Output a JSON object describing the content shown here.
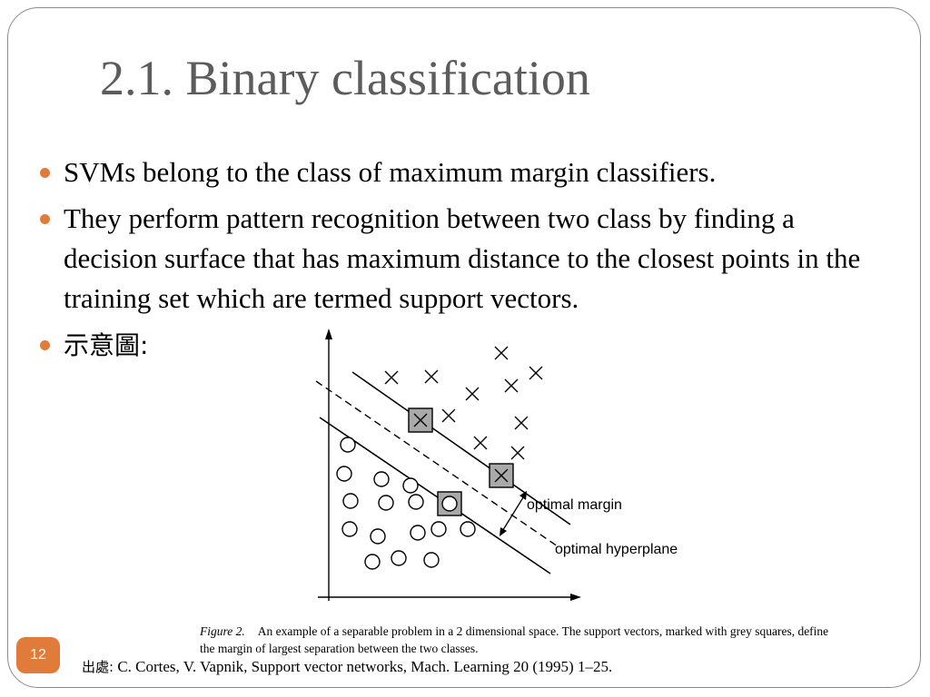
{
  "slide": {
    "title": "2.1. Binary classification",
    "bullets": [
      "SVMs belong to the class of maximum margin classifiers.",
      "They perform pattern recognition between two class by finding a decision surface that has maximum distance to the closest points in the training set which are termed support vectors.",
      "示意圖:"
    ],
    "page_number": "12",
    "source_label": "出處:",
    "source_text": "C. Cortes, V. Vapnik, Support vector networks, Mach. Learning 20 (1995) 1–25.",
    "accent_color": "#e07b39"
  },
  "figure": {
    "label_margin": "optimal margin",
    "label_hyperplane": "optimal hyperplane",
    "caption_label": "Figure 2.",
    "caption_text": "An example of a separable problem in a 2 dimensional space. The support vectors, marked with grey squares, define the margin of largest separation between the two classes."
  }
}
